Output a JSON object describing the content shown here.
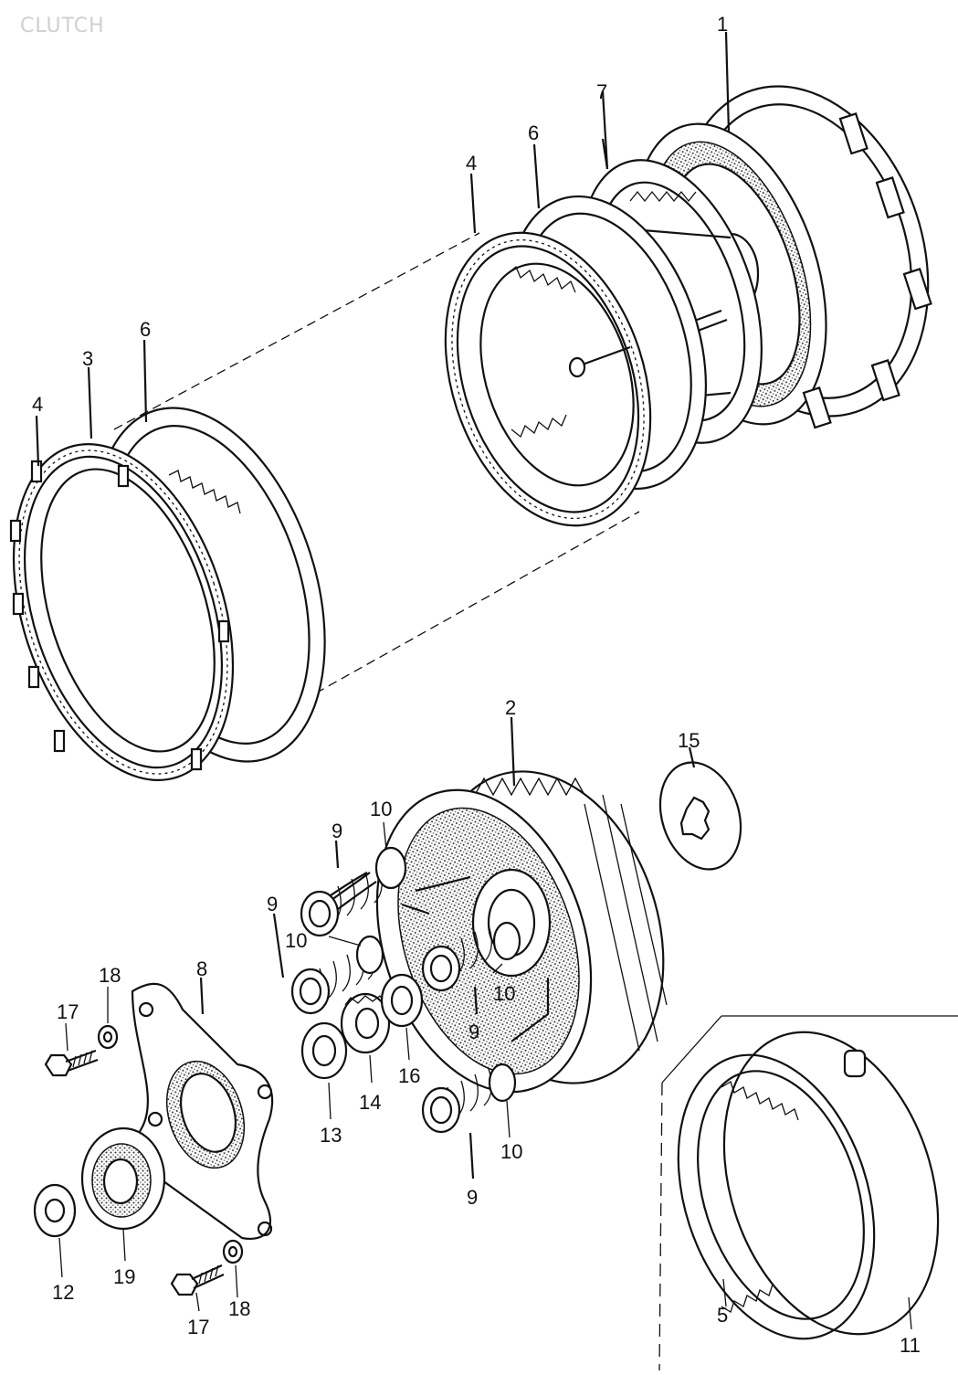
{
  "diagram_title": "CLUTCH",
  "callouts": [
    "1",
    "2",
    "3",
    "4",
    "4",
    "5",
    "6",
    "6",
    "7",
    "8",
    "9",
    "9",
    "9",
    "9",
    "10",
    "10",
    "10",
    "10",
    "11",
    "12",
    "13",
    "14",
    "15",
    "16",
    "17",
    "17",
    "18",
    "18",
    "19"
  ]
}
